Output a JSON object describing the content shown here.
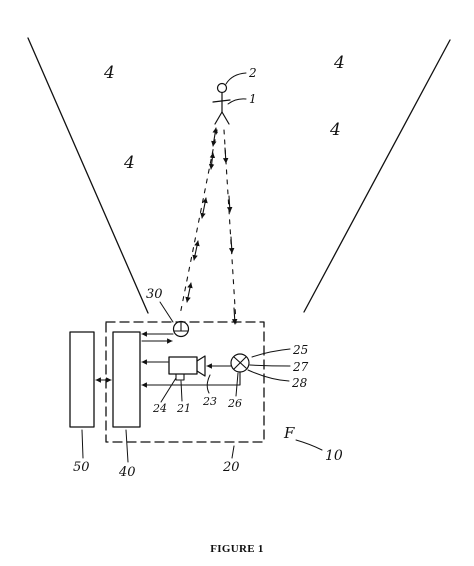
{
  "caption": "FIGURE 1",
  "labels": {
    "zone_a": "4",
    "zone_b": "4",
    "zone_c": "4",
    "zone_d": "4",
    "head": "2",
    "person": "1",
    "sensor": "30",
    "emitter": "25",
    "lens": "27",
    "mount": "28",
    "beam_out": "26",
    "camera_body": "23",
    "camera_base": "21",
    "camera_port": "24",
    "housing": "20",
    "processor": "40",
    "display": "50",
    "system": "10",
    "system_prefix": "F"
  }
}
